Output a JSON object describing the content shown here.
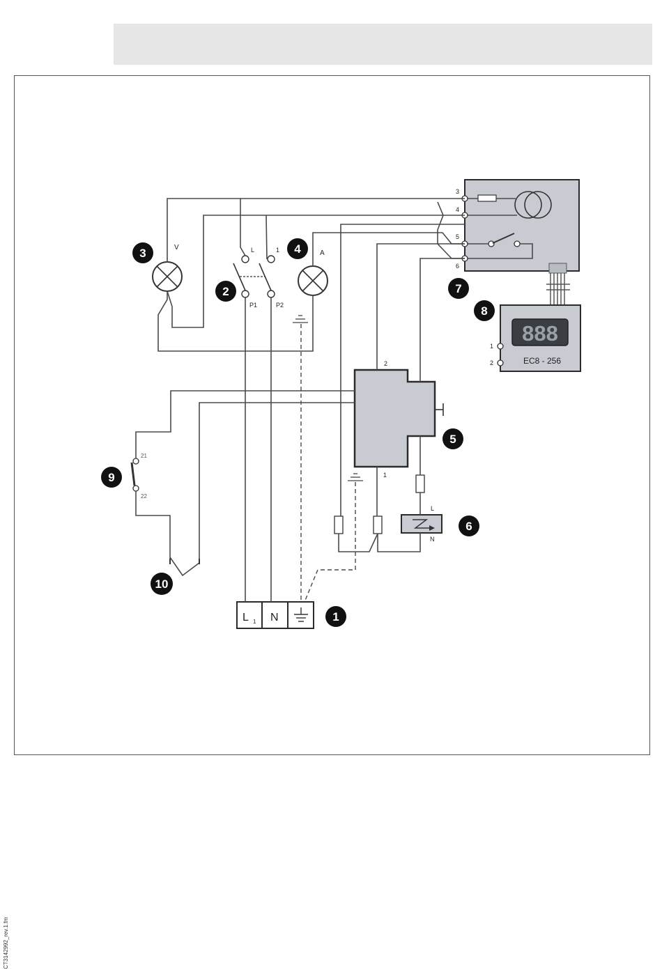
{
  "components": {
    "mains_terminal": {
      "number": "1",
      "labels": [
        "L",
        "1",
        "N"
      ]
    },
    "main_switch": {
      "number": "2",
      "terminal_labels": [
        "L",
        "1",
        "P1",
        "P2"
      ]
    },
    "voltmeter": {
      "number": "3",
      "label": "V"
    },
    "ammeter": {
      "number": "4",
      "label": "A"
    },
    "contactor": {
      "number": "5",
      "terminal_labels": [
        "2",
        "1"
      ]
    },
    "heater": {
      "number": "6",
      "terminal_labels": [
        "L",
        "N"
      ]
    },
    "control_unit": {
      "number": "7",
      "terminal_labels": [
        "3",
        "4",
        "5",
        "6"
      ]
    },
    "display_unit": {
      "number": "8",
      "display_value": "888",
      "model": "EC8 - 256",
      "terminal_labels": [
        "1",
        "2"
      ]
    },
    "thermostat": {
      "number": "9",
      "terminal_labels": [
        "21",
        "22"
      ]
    },
    "sensor": {
      "number": "10"
    }
  },
  "footer": {
    "file_ref": "CT3142992_rev.1.fm"
  }
}
